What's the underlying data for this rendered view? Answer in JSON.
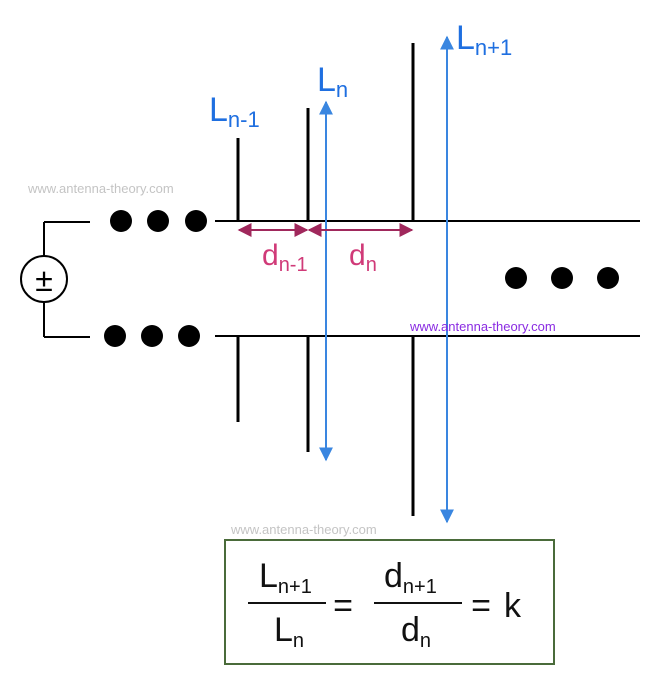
{
  "labels": {
    "l_prev": {
      "base": "L",
      "sub": "n-1"
    },
    "l_n": {
      "base": "L",
      "sub": "n"
    },
    "l_next": {
      "base": "L",
      "sub": "n+1"
    },
    "d_prev": {
      "base": "d",
      "sub": "n-1"
    },
    "d_n": {
      "base": "d",
      "sub": "n"
    }
  },
  "source_symbol": "±",
  "watermarks": [
    "www.antenna-theory.com",
    "www.antenna-theory.com",
    "www.antenna-theory.com"
  ],
  "formula": {
    "num1": {
      "base": "L",
      "sub": "n+1"
    },
    "den1": {
      "base": "L",
      "sub": "n"
    },
    "eq1": "=",
    "num2": {
      "base": "d",
      "sub": "n+1"
    },
    "den2": {
      "base": "d",
      "sub": "n"
    },
    "eq2": "=",
    "k": "k"
  },
  "colors": {
    "length_label": "#1f6fe0",
    "spacing_label": "#d03a78",
    "spacing_arrow": "#a0285c",
    "length_arrow": "#3a86e0",
    "box_border": "#4a6b3a"
  }
}
